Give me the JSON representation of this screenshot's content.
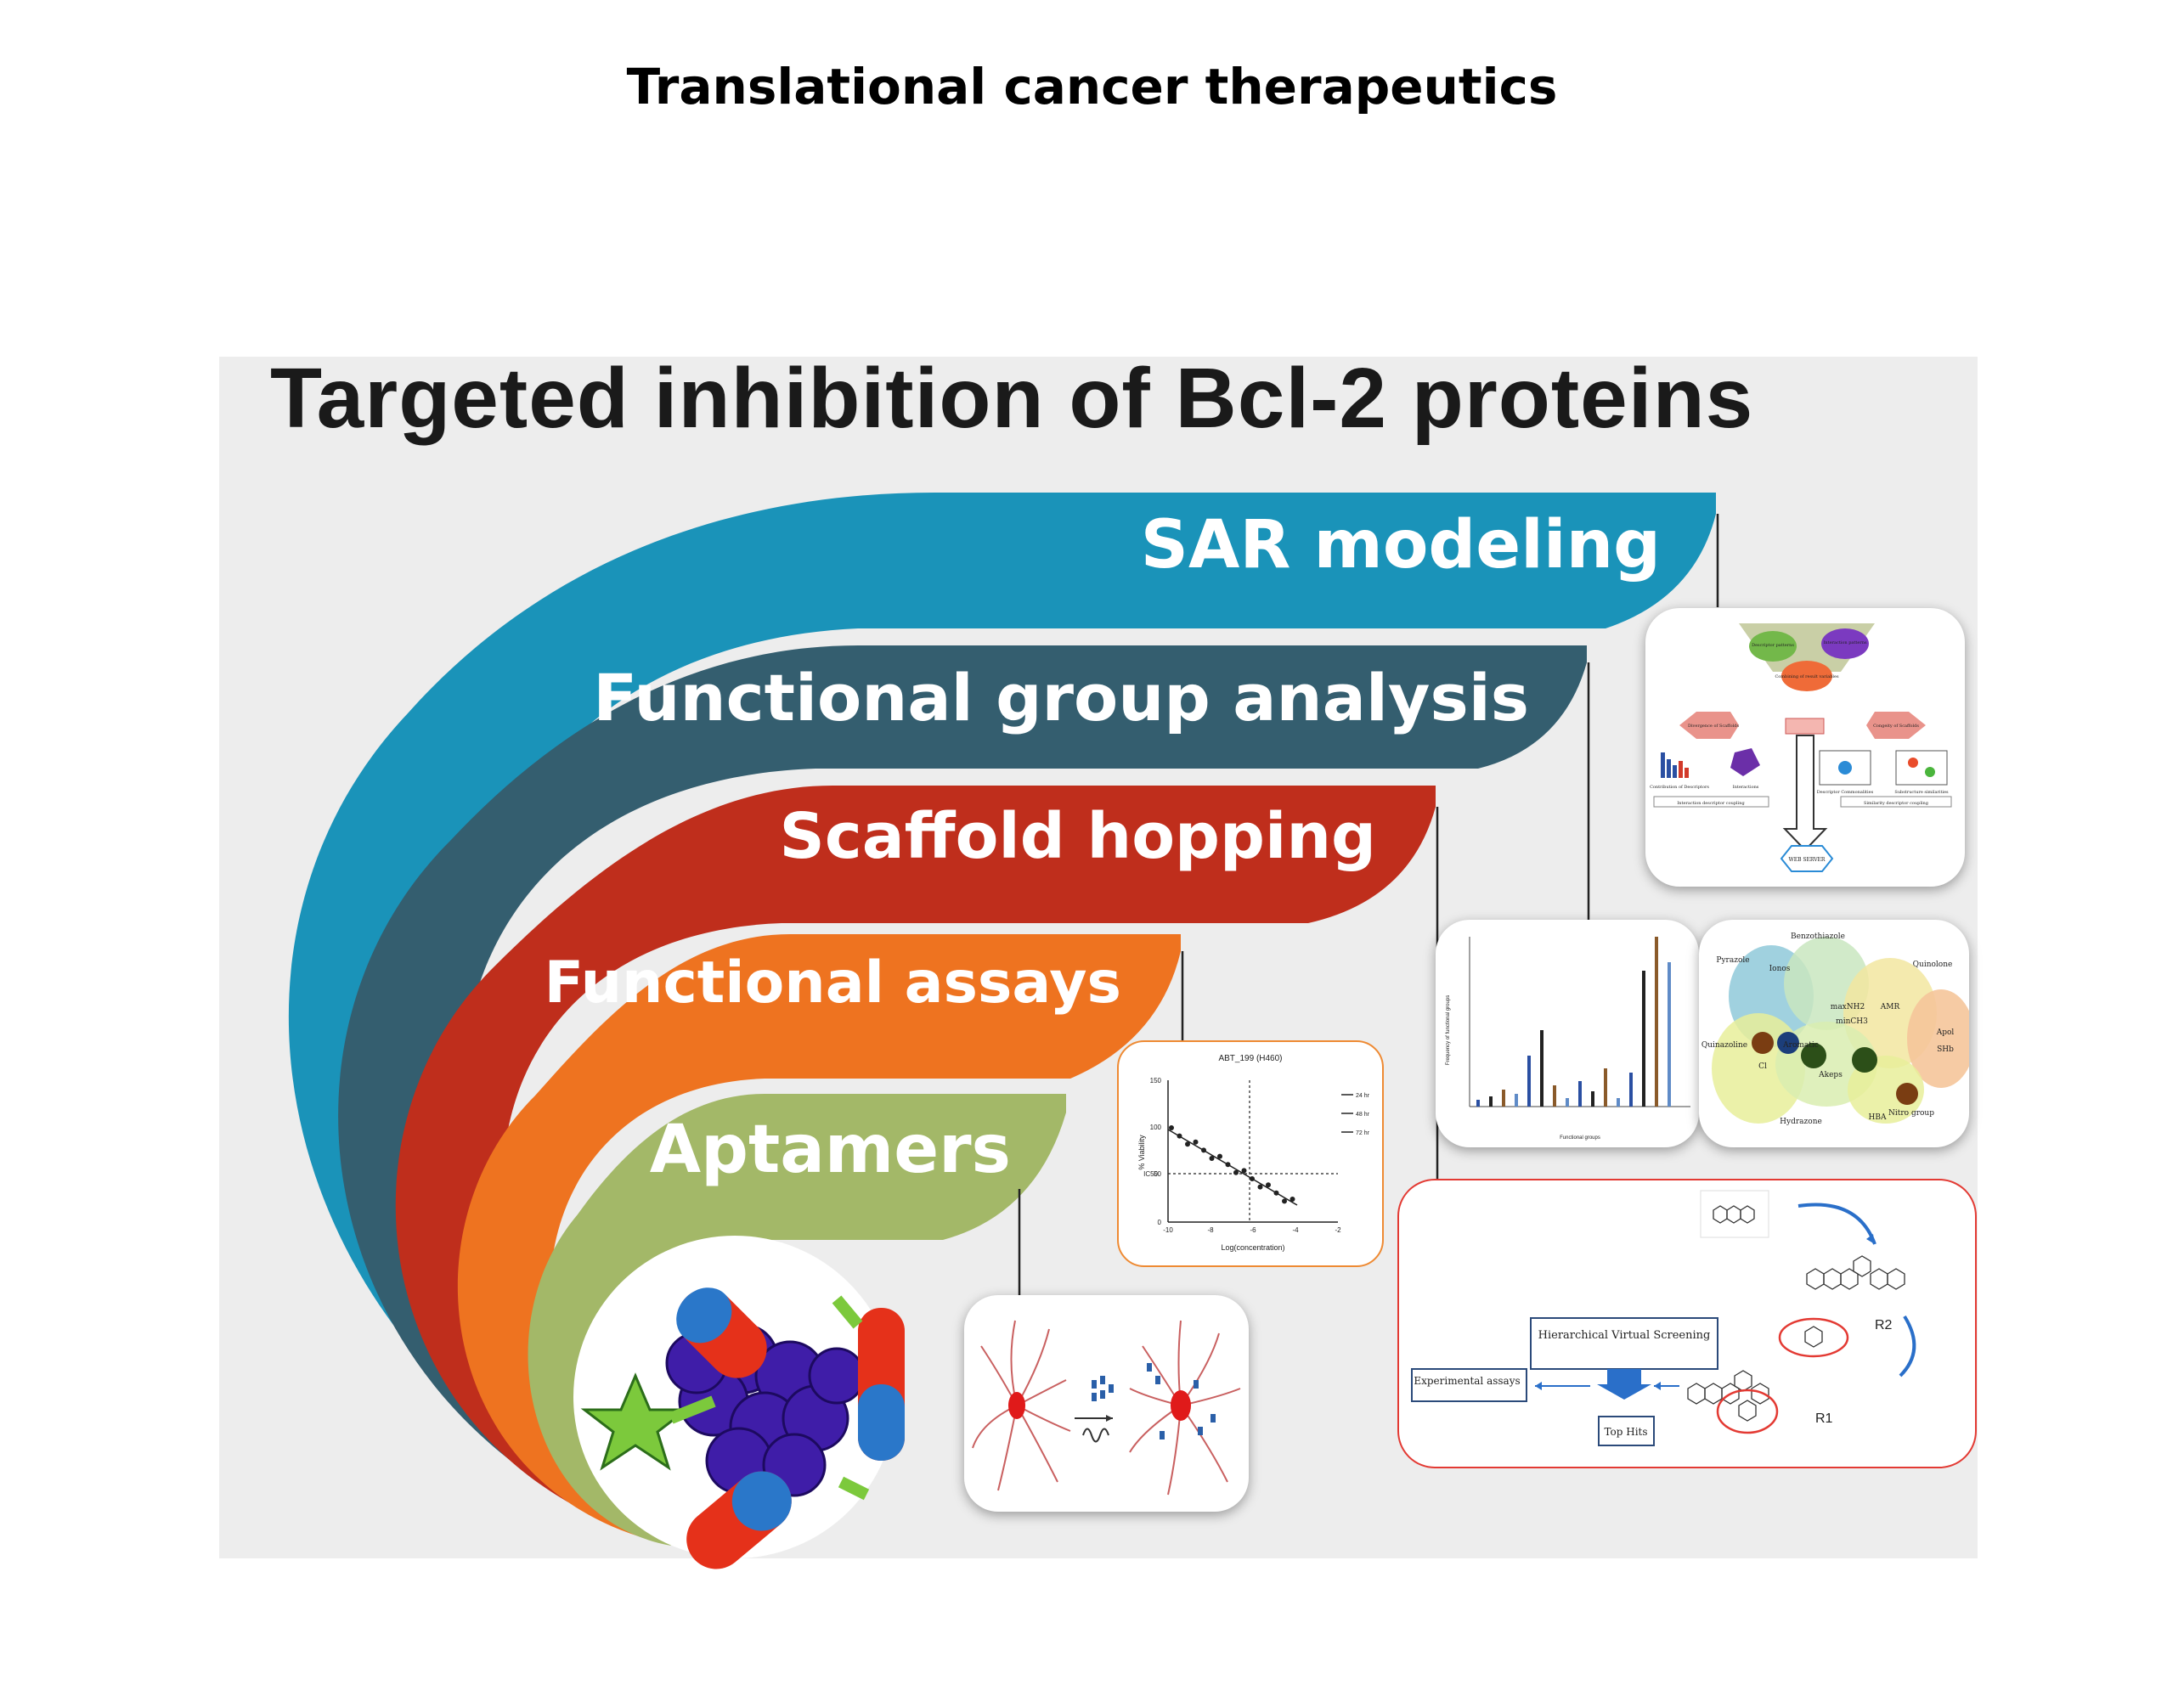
{
  "header": {
    "title": "Translational cancer therapeutics"
  },
  "figure": {
    "title": "Targeted inhibition of Bcl-2 proteins",
    "bands": [
      {
        "label": "SAR modeling",
        "color": "#1a93b9"
      },
      {
        "label": "Functional group analysis",
        "color": "#345e6f"
      },
      {
        "label": "Scaffold hopping",
        "color": "#bf2e1c"
      },
      {
        "label": "Functional assays",
        "color": "#ee7320"
      },
      {
        "label": "Aptamers",
        "color": "#a3b868"
      }
    ],
    "sar_card": {
      "top_items": [
        "Descriptor patterns",
        "Interaction patterns",
        "Combining of result variables"
      ],
      "left_box": "Divergence of Scaffolds",
      "right_box": "Congeity of Scaffolds",
      "left_sub1": "Contribution of Descriptors",
      "left_sub2": "Interactions",
      "left_footer": "Interaction descriptor coupling",
      "right_sub1": "Descriptor Commonalities",
      "right_sub2": "Substructure similarities",
      "right_footer": "Similarity descriptor coupling",
      "server": "WEB SERVER"
    },
    "bar_card": {
      "ylabel": "Frequency of functional groups",
      "xlabel": "Functional groups"
    },
    "venn_card": {
      "labels": [
        "Pyrazole",
        "Benzothiazole",
        "Quinolone",
        "Quinazoline",
        "Hydrazone",
        "Ionos",
        "maxNH2",
        "minCH3",
        "Cl",
        "Aromatic",
        "Akeps",
        "HBA",
        "AMR",
        "Apol",
        "SHb",
        "Nitro group"
      ]
    },
    "assay_chart": {
      "title": "ABT_199 (H460)",
      "ylabel": "% Viability",
      "xlabel": "Log(concentration)",
      "ic50_label": "IC50",
      "legend": [
        "24 hr",
        "48 hr",
        "72 hr"
      ],
      "yticks": [
        "150",
        "100",
        "50",
        "0"
      ],
      "xticks": [
        "-10",
        "-8",
        "-6",
        "-4",
        "-2"
      ]
    },
    "screening_card": {
      "hvs_label": "Hierarchical Virtual Screening",
      "exp_label": "Experimental assays",
      "top_hits_label": "Top Hits",
      "r1": "R1",
      "r2": "R2"
    }
  }
}
